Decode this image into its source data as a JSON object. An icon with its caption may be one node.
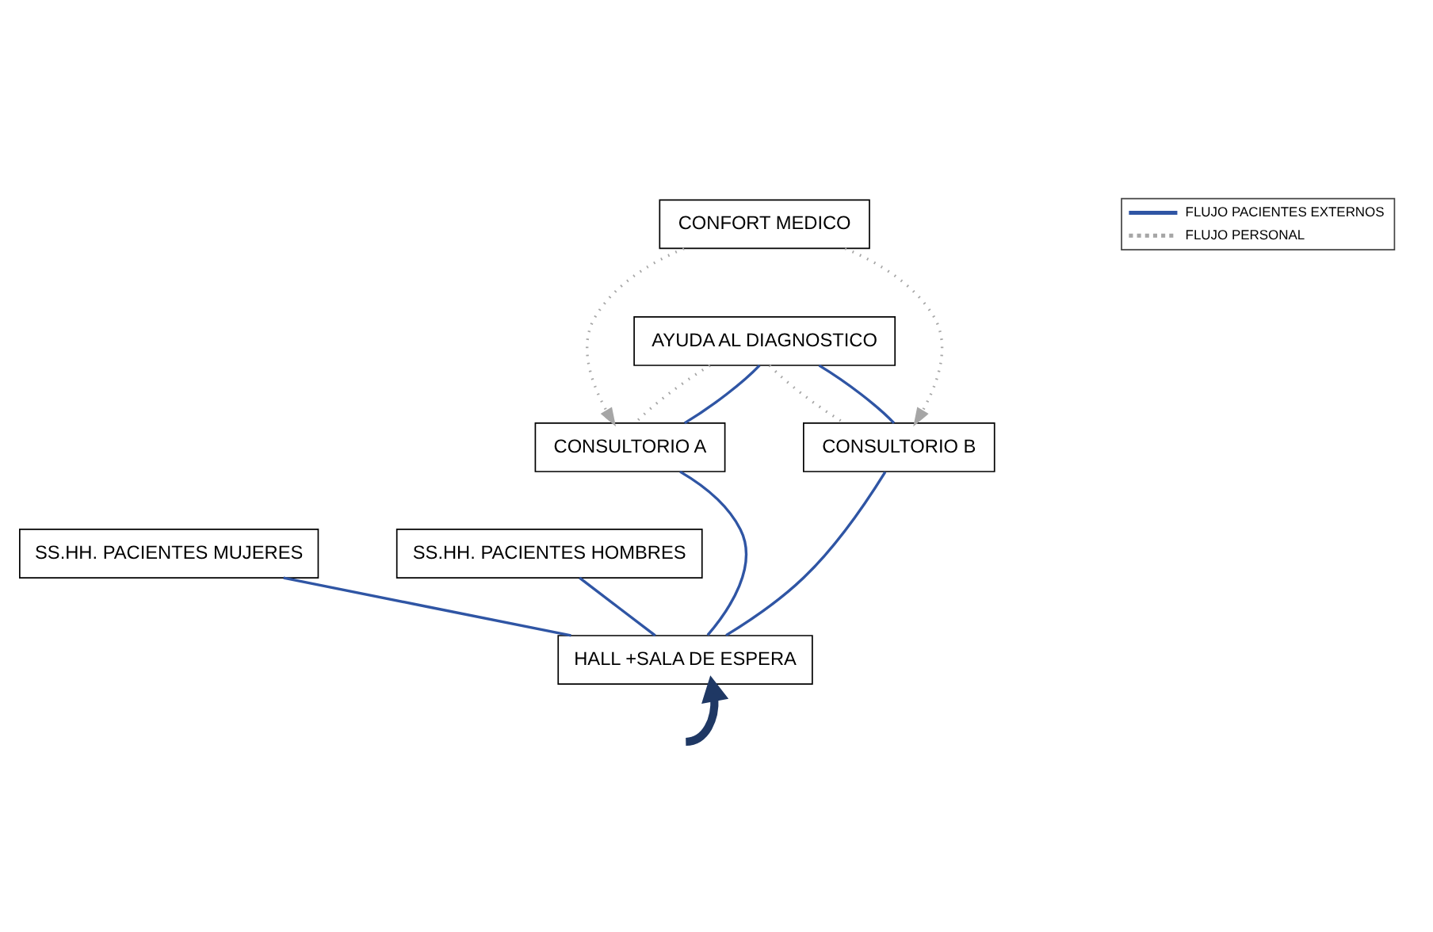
{
  "diagram": {
    "nodes": [
      {
        "text": [
          "CONFORT MEDICO"
        ]
      },
      {
        "text": [
          "AYUDA AL DIAGNOSTICO"
        ]
      },
      {
        "text": [
          "CONSULTORIO A"
        ]
      },
      {
        "text": [
          "CONSULTORIO B"
        ]
      },
      {
        "text": [
          "SS.HH. PACIENTES MUJERES"
        ]
      },
      {
        "text": [
          "SS.HH. PACIENTES HOMBRES"
        ]
      },
      {
        "text": [
          "HALL +SALA DE ESPERA"
        ]
      }
    ],
    "edges": [
      {
        "from": 0,
        "to": 2,
        "arrow": "to",
        "style": "dashed",
        "color": "#a6a6a6"
      },
      {
        "from": 0,
        "to": 3,
        "arrow": "to",
        "style": "dashed",
        "color": "#a6a6a6"
      },
      {
        "from": 1,
        "to": 2,
        "arrow": "none",
        "style": "dashed",
        "color": "#a6a6a6"
      },
      {
        "from": 1,
        "to": 3,
        "arrow": "none",
        "style": "dashed",
        "color": "#a6a6a6"
      },
      {
        "from": 1,
        "to": 2,
        "arrow": "none"
      },
      {
        "from": 1,
        "to": 3,
        "arrow": "none"
      },
      {
        "from": 2,
        "to": 6,
        "arrow": "none"
      },
      {
        "from": 3,
        "to": 6,
        "arrow": "none"
      },
      {
        "from": 4,
        "to": 6,
        "arrow": "none"
      },
      {
        "from": 5,
        "to": 6,
        "arrow": "none"
      },
      {
        "from": null,
        "to": 6,
        "arrow": "to",
        "style": "thick",
        "color": "#1f3864"
      }
    ],
    "legend": [
      {
        "text": "FLUJO PACIENTES EXTERNOS"
      },
      {
        "text": "FLUJO PERSONAL"
      }
    ]
  }
}
